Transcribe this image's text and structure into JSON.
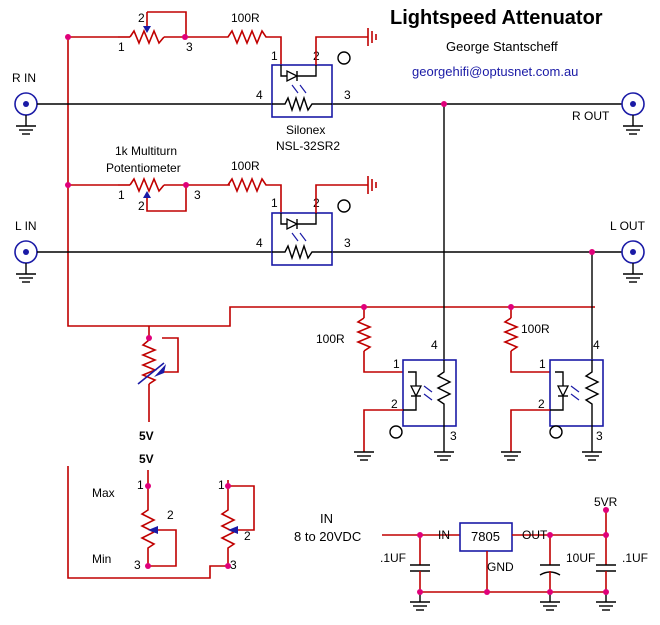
{
  "title": "Lightspeed Attenuator",
  "author": "George Stantscheff",
  "email": "georgehifi@optusnet.com.au",
  "labels": {
    "r_in": "R IN",
    "r_out": "R  OUT",
    "l_in": "L IN",
    "l_out": "L OUT",
    "r100": "100R",
    "silonex": "Silonex",
    "part": "NSL-32SR2",
    "multiturn_1": "1k Multiturn",
    "multiturn_2": "Potentiometer",
    "v5": "5V",
    "max": "Max",
    "min": "Min",
    "in_label": "IN",
    "in_range": "8 to 20VDC",
    "regulator": "7805",
    "reg_in": "IN",
    "reg_out": "OUT",
    "reg_gnd": "GND",
    "cap_1uf_a": ".1UF",
    "cap_10uf": "10UF",
    "cap_1uf_b": ".1UF",
    "v5r": "5VR"
  },
  "pins": {
    "p1": "1",
    "p2": "2",
    "p3": "3",
    "p4": "4"
  },
  "colors": {
    "wire_red": "#c00000",
    "wire_blue": "#1a1aa6",
    "node": "#e0007a"
  }
}
